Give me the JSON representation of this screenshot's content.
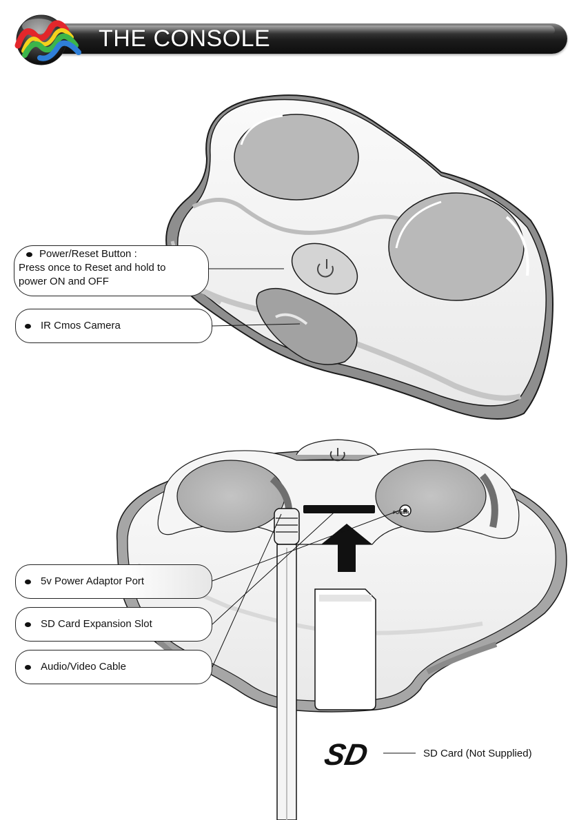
{
  "header": {
    "title": "THE CONSOLE"
  },
  "top_view": {
    "callouts": {
      "power": {
        "line1": "Power/Reset  Button :",
        "line2": "Press once to Reset and hold to",
        "line3": "power ON and OFF"
      },
      "camera": "IR Cmos Camera"
    }
  },
  "bottom_view": {
    "callouts": {
      "adaptor": "5v Power Adaptor Port",
      "slot": "SD Card Expansion Slot",
      "av": "Audio/Video Cable"
    },
    "port_label": "POWER",
    "sd_card_logo": "SD",
    "sd_card_note": "SD Card (Not Supplied)"
  },
  "colors": {
    "banner_dark": "#1c1c1c",
    "console_body": "#f6f6f6",
    "console_shade": "#9a9a9a",
    "logo_red": "#e3262b",
    "logo_green": "#3cb54a",
    "logo_blue": "#2f7fd8",
    "logo_yellow": "#f4d11c"
  },
  "icons": [
    "logo-wave-icon",
    "power-icon",
    "arrow-up-icon"
  ]
}
